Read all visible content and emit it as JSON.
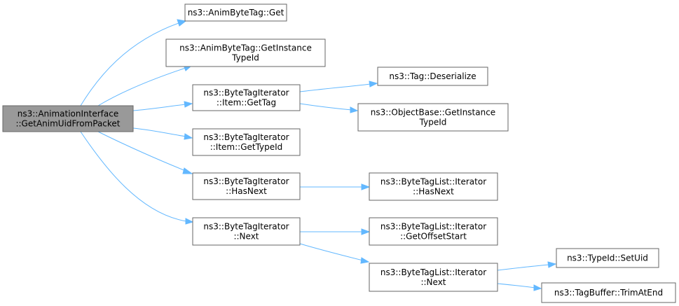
{
  "graph": {
    "root": {
      "lines": [
        "ns3::AnimationInterface",
        "::GetAnimUidFromPacket"
      ]
    },
    "nodes": {
      "animbyte_get": {
        "lines": [
          "ns3::AnimByteTag::Get"
        ]
      },
      "animbyte_getinst": {
        "lines": [
          "ns3::AnimByteTag::GetInstance",
          "TypeId"
        ]
      },
      "bti_item_gettag": {
        "lines": [
          "ns3::ByteTagIterator",
          "::Item::GetTag"
        ]
      },
      "bti_item_gettypeid": {
        "lines": [
          "ns3::ByteTagIterator",
          "::Item::GetTypeId"
        ]
      },
      "bti_hasnext": {
        "lines": [
          "ns3::ByteTagIterator",
          "::HasNext"
        ]
      },
      "bti_next": {
        "lines": [
          "ns3::ByteTagIterator",
          "::Next"
        ]
      },
      "tag_deserialize": {
        "lines": [
          "ns3::Tag::Deserialize"
        ]
      },
      "objectbase_getinst": {
        "lines": [
          "ns3::ObjectBase::GetInstance",
          "TypeId"
        ]
      },
      "btl_it_hasnext": {
        "lines": [
          "ns3::ByteTagList::Iterator",
          "::HasNext"
        ]
      },
      "btl_it_getoffsetstart": {
        "lines": [
          "ns3::ByteTagList::Iterator",
          "::GetOffsetStart"
        ]
      },
      "btl_it_next": {
        "lines": [
          "ns3::ByteTagList::Iterator",
          "::Next"
        ]
      },
      "typeid_setuid": {
        "lines": [
          "ns3::TypeId::SetUid"
        ]
      },
      "tagbuffer_trimatend": {
        "lines": [
          "ns3::TagBuffer::TrimAtEnd"
        ]
      }
    },
    "edges": [
      [
        "root",
        "animbyte_get"
      ],
      [
        "root",
        "animbyte_getinst"
      ],
      [
        "root",
        "bti_item_gettag"
      ],
      [
        "root",
        "bti_item_gettypeid"
      ],
      [
        "root",
        "bti_hasnext"
      ],
      [
        "root",
        "bti_next"
      ],
      [
        "bti_item_gettag",
        "tag_deserialize"
      ],
      [
        "bti_item_gettag",
        "objectbase_getinst"
      ],
      [
        "bti_hasnext",
        "btl_it_hasnext"
      ],
      [
        "bti_next",
        "btl_it_getoffsetstart"
      ],
      [
        "bti_next",
        "btl_it_next"
      ],
      [
        "btl_it_next",
        "typeid_setuid"
      ],
      [
        "btl_it_next",
        "tagbuffer_trimatend"
      ]
    ]
  },
  "colors": {
    "edge": "#63b8ff",
    "root_fill": "#999999",
    "node_border": "#666666"
  }
}
